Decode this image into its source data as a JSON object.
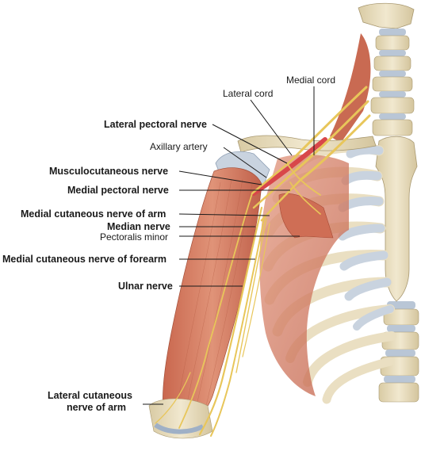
{
  "labels": {
    "medial_cord": "Medial cord",
    "lateral_cord": "Lateral cord",
    "lateral_pectoral_nerve": "Lateral pectoral nerve",
    "axillary_artery": "Axillary artery",
    "musculocutaneous_nerve": "Musculocutaneous nerve",
    "medial_pectoral_nerve": "Medial pectoral nerve",
    "medial_cutaneous_nerve_of_arm": "Medial cutaneous nerve of arm",
    "median_nerve": "Median nerve",
    "pectoralis_minor": "Pectoralis minor",
    "medial_cutaneous_nerve_of_forearm": "Medial cutaneous nerve of forearm",
    "ulnar_nerve": "Ulnar nerve",
    "lateral_cutaneous_nerve_of_arm_line1": "Lateral cutaneous",
    "lateral_cutaneous_nerve_of_arm_line2": "nerve of arm"
  },
  "colors": {
    "bone": "#eadfc2",
    "bone_shade": "#d2c39b",
    "cartilage": "#c9d3df",
    "muscle": "#d9826a",
    "muscle_dark": "#b5553f",
    "nerve": "#e8c65a",
    "leader_line": "#1a1a1a"
  }
}
